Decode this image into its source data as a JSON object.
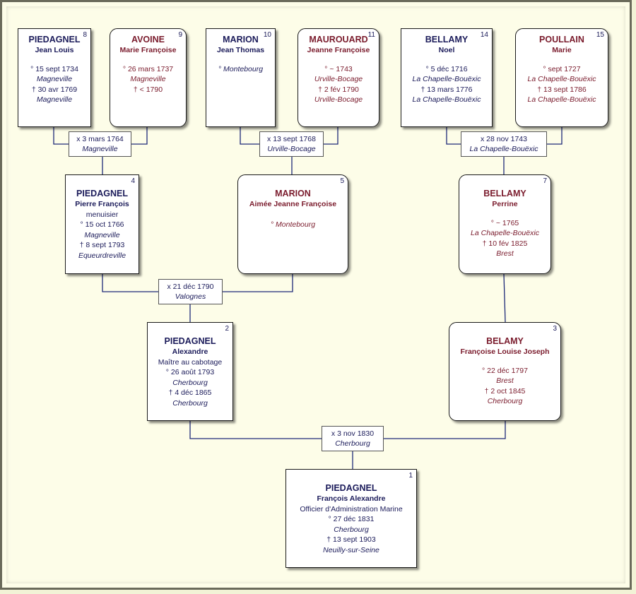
{
  "persons": {
    "p1": {
      "num": "1",
      "surname": "PIEDAGNEL",
      "given": "François Alexandre",
      "occupation": "Officier d'Administration Marine",
      "birth": "° 27 déc 1831",
      "birth_place": "Cherbourg",
      "death": "† 13 sept 1903",
      "death_place": "Neuilly-sur-Seine"
    },
    "p2": {
      "num": "2",
      "surname": "PIEDAGNEL",
      "given": "Alexandre",
      "occupation": "Maître au cabotage",
      "birth": "° 26 août 1793",
      "birth_place": "Cherbourg",
      "death": "† 4 déc 1865",
      "death_place": "Cherbourg"
    },
    "p3": {
      "num": "3",
      "surname": "BELAMY",
      "given": "Françoise Louise Joseph",
      "birth": "° 22 déc 1797",
      "birth_place": "Brest",
      "death": "† 2 oct 1845",
      "death_place": "Cherbourg"
    },
    "p4": {
      "num": "4",
      "surname": "PIEDAGNEL",
      "given": "Pierre François",
      "occupation": "menuisier",
      "birth": "° 15 oct 1766",
      "birth_place": "Magneville",
      "death": "† 8 sept 1793",
      "death_place": "Equeurdreville"
    },
    "p5": {
      "num": "5",
      "surname": "MARION",
      "given": "Aimée Jeanne Françoise",
      "birth": "° Montebourg"
    },
    "p7": {
      "num": "7",
      "surname": "BELLAMY",
      "given": "Perrine",
      "birth": "° ~ 1765",
      "birth_place": "La Chapelle-Bouëxic",
      "death": "† 10 fév 1825",
      "death_place": "Brest"
    },
    "p8": {
      "num": "8",
      "surname": "PIEDAGNEL",
      "given": "Jean Louis",
      "birth": "° 15 sept 1734",
      "birth_place": "Magneville",
      "death": "† 30 avr 1769",
      "death_place": "Magneville"
    },
    "p9": {
      "num": "9",
      "surname": "AVOINE",
      "given": "Marie Françoise",
      "birth": "° 26 mars 1737",
      "birth_place": "Magneville",
      "death": "† < 1790"
    },
    "p10": {
      "num": "10",
      "surname": "MARION",
      "given": "Jean Thomas",
      "birth": "° Montebourg"
    },
    "p11": {
      "num": "11",
      "surname": "MAUROUARD",
      "given": "Jeanne Françoise",
      "birth": "° ~ 1743",
      "birth_place": "Urville-Bocage",
      "death": "† 2 fév 1790",
      "death_place": "Urville-Bocage"
    },
    "p14": {
      "num": "14",
      "surname": "BELLAMY",
      "given": "Noel",
      "birth": "° 5 déc 1716",
      "birth_place": "La Chapelle-Bouëxic",
      "death": "† 13 mars 1776",
      "death_place": "La Chapelle-Bouëxic"
    },
    "p15": {
      "num": "15",
      "surname": "POULLAIN",
      "given": "Marie",
      "birth": "° sept 1727",
      "birth_place": "La Chapelle-Bouëxic",
      "death": "† 13 sept 1786",
      "death_place": "La Chapelle-Bouëxic"
    }
  },
  "marriages": {
    "m8_9": {
      "date": "x 3 mars 1764",
      "place": "Magneville"
    },
    "m10_11": {
      "date": "x 13 sept 1768",
      "place": "Urville-Bocage"
    },
    "m14_15": {
      "date": "x 28 nov 1743",
      "place": "La Chapelle-Bouëxic"
    },
    "m4_5": {
      "date": "x 21 déc 1790",
      "place": "Valognes"
    },
    "m2_3": {
      "date": "x 3 nov 1830",
      "place": "Cherbourg"
    }
  },
  "colors": {
    "male_text": "#1b1b5a",
    "female_text": "#7a1b2c",
    "line": "#1e2a78",
    "background": "#fdfde8"
  }
}
